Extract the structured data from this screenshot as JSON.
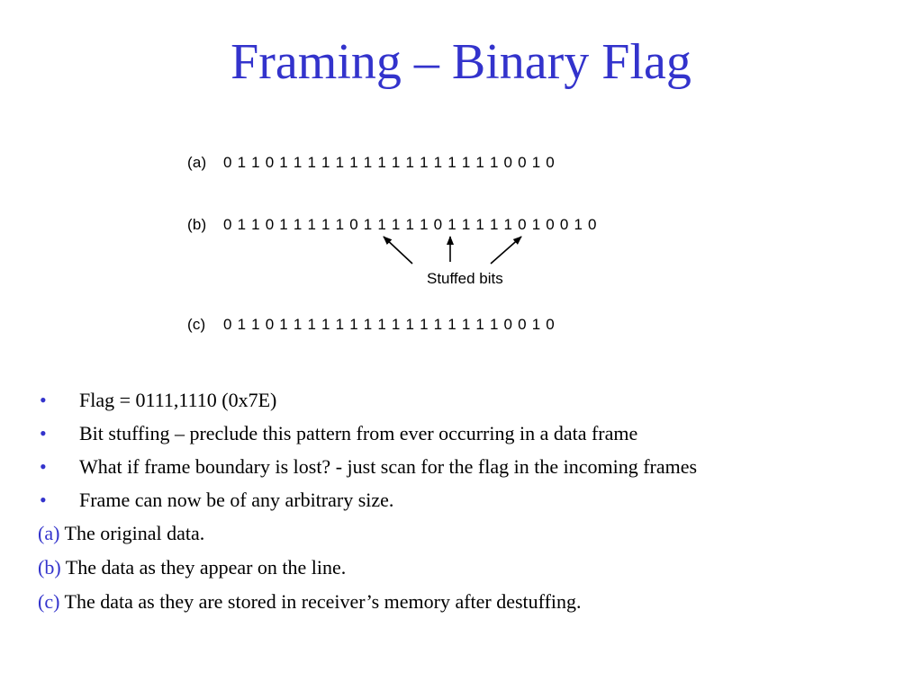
{
  "slide": {
    "title": "Framing – Binary Flag"
  },
  "figure": {
    "rows": [
      {
        "tag": "(a)",
        "bits": "0 1 1 0 1 1 1 1 1 1 1 1 1 1 1 1 1 1 1 1 0 0 1 0"
      },
      {
        "tag": "(b)",
        "bits": "0 1 1 0 1 1 1 1 1 0 1 1 1 1 1 0 1 1 1 1 1 0 1 0 0 1 0"
      },
      {
        "tag": "(c)",
        "bits": "0 1 1 0 1 1 1 1 1 1 1 1 1 1 1 1 1 1 1 1 0 0 1 0"
      }
    ],
    "annotation": "Stuffed bits"
  },
  "bullets": [
    "Flag = 0111,1110  (0x7E)",
    "Bit stuffing – preclude this pattern from ever occurring in a data frame",
    "What if frame boundary is lost? -  just scan for the flag in the incoming frames",
    "Frame can now be of any arbitrary size."
  ],
  "bullet_symbol": "•",
  "captions": [
    {
      "tag": "(a)",
      "text": "The original data."
    },
    {
      "tag": "(b)",
      "text": "The data as they appear on the line."
    },
    {
      "tag": "(c)",
      "text": "The data as they are stored in receiver’s memory after destuffing."
    }
  ],
  "colors": {
    "accent": "#3333cc",
    "text": "#000000",
    "background": "#ffffff"
  }
}
